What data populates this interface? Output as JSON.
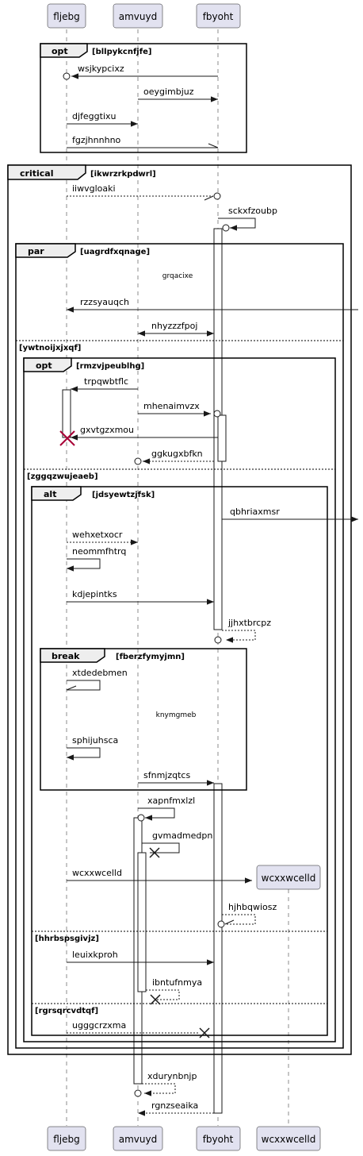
{
  "participants": [
    "fljebg",
    "amvuyd",
    "fbyoht",
    "wcxxwcelld"
  ],
  "fragments": {
    "opt1": {
      "keyword": "opt",
      "condition": "[bllpykcnfjfe]"
    },
    "critical": {
      "keyword": "critical",
      "condition": "[ikwrzrkpdwrl]"
    },
    "par": {
      "keyword": "par",
      "condition": "[uagrdfxqnage]"
    },
    "par_else": "[ywtnoijxjxqf]",
    "opt2": {
      "keyword": "opt",
      "condition": "[rmzvjpeublhg]"
    },
    "opt2_else": "[zggqzwujeaeb]",
    "alt": {
      "keyword": "alt",
      "condition": "[jdsyewtzjfsk]"
    },
    "alt_else1": "[hhrbspsgivjz]",
    "alt_else2": "[rgrsqrcvdtqf]",
    "break": {
      "keyword": "break",
      "condition": "[fberzfymyjmn]"
    }
  },
  "notes": {
    "divider1": "grqacixe",
    "divider2": "knymgmeb"
  },
  "messages": {
    "m1": "wsjkypcixz",
    "m2": "oeygimbjuz",
    "m3": "djfeggtixu",
    "m4": "fgzjhnnhno",
    "m5": "iiwvgloaki",
    "m6": "sckxfzoubp",
    "m7": "rzzsyauqch",
    "m8": "nhyzzzfpoj",
    "m9": "trpqwbtflc",
    "m10": "mhenaimvzx",
    "m11": "gxvtgzxmou",
    "m12": "ggkugxbfkn",
    "m13": "qbhriaxmsr",
    "m14": "wehxetxocr",
    "m15": "neommfhtrq",
    "m16": "kdjepintks",
    "m17": "jjhxtbrcpz",
    "m18": "xtdedebmen",
    "m19": "sphijuhsca",
    "m20": "sfnmjzqtcs",
    "m21": "xapnfmxlzl",
    "m22": "gvmadmedpn",
    "m23": "wcxxwcelld",
    "m24": "hjhbqwiosz",
    "m25": "leuixkproh",
    "m26": "ibntufnmya",
    "m27": "ugggcrzxma",
    "m28": "xdurynbnjp",
    "m29": "rgnzseaika"
  }
}
